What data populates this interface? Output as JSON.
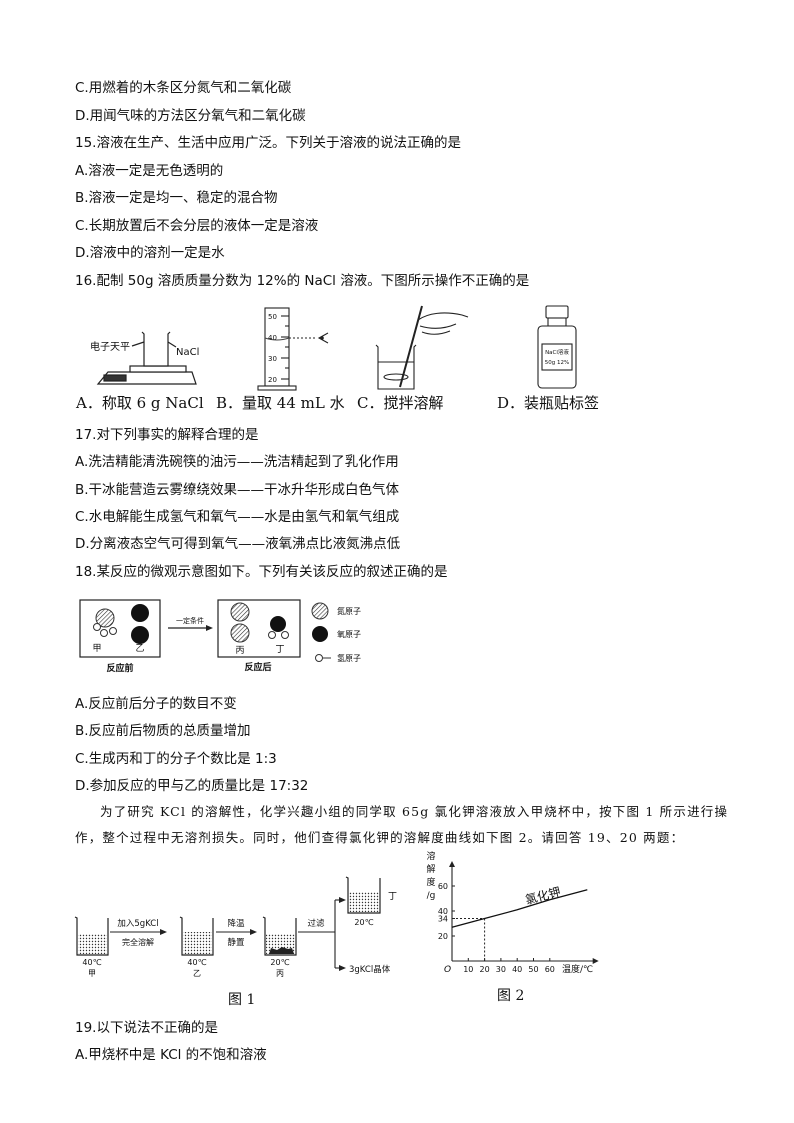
{
  "q14": {
    "option_c": "C.用燃着的木条区分氮气和二氧化碳",
    "option_d": "D.用闻气味的方法区分氧气和二氧化碳"
  },
  "q15": {
    "stem": "15.溶液在生产、生活中应用广泛。下列关于溶液的说法正确的是",
    "option_a": "A.溶液一定是无色透明的",
    "option_b": "B.溶液一定是均一、稳定的混合物",
    "option_c": "C.长期放置后不会分层的液体一定是溶液",
    "option_d": "D.溶液中的溶剂一定是水"
  },
  "q16": {
    "stem": "16.配制 50g 溶质质量分数为 12%的 NaCl 溶液。下图所示操作不正确的是",
    "figure": {
      "balance_label": "电子天平",
      "nacl_label": "NaCl",
      "cylinder_ticks": [
        "50",
        "40",
        "30",
        "20"
      ],
      "bottle_label_line1": "NaCl溶液",
      "bottle_label_line2": "50g 12%",
      "captions": [
        "A．称取 6 g NaCl",
        "B．量取 44 mL 水",
        "C．搅拌溶解",
        "D．装瓶贴标签"
      ]
    }
  },
  "q17": {
    "stem": "17.对下列事实的解释合理的是",
    "option_a": "A.洗洁精能清洗碗筷的油污——洗洁精起到了乳化作用",
    "option_b": "B.干冰能营造云雾缭绕效果——干冰升华形成白色气体",
    "option_c": "C.水电解能生成氢气和氧气——水是由氢气和氧气组成",
    "option_d": "D.分离液态空气可得到氧气——液氧沸点比液氮沸点低"
  },
  "q18": {
    "stem": "18.某反应的微观示意图如下。下列有关该反应的叙述正确的是",
    "figure": {
      "before_labels": [
        "甲",
        "乙"
      ],
      "before_caption": "反应前",
      "condition": "一定条件",
      "after_labels": [
        "丙",
        "丁"
      ],
      "after_caption": "反应后",
      "legend": [
        "氮原子",
        "氧原子",
        "氢原子"
      ]
    },
    "option_a": "A.反应前后分子的数目不变",
    "option_b": "B.反应前后物质的总质量增加",
    "option_c": "C.生成丙和丁的分子个数比是 1:3",
    "option_d": "D.参加反应的甲与乙的质量比是 17:32"
  },
  "intro": {
    "line1": "为了研究 KCl 的溶解性，化学兴趣小组的同学取 65g 氯化钾溶液放入甲烧杯中，按下图 1 所示进行操",
    "line2": "作，整个过程中无溶剂损失。同时，他们查得氯化钾的溶解度曲线如下图 2。请回答 19、20 两题："
  },
  "figure1": {
    "beakers": [
      {
        "temp": "40℃",
        "name": "甲"
      },
      {
        "temp": "40℃",
        "name": "乙"
      },
      {
        "temp": "20℃",
        "name": "丙"
      },
      {
        "temp": "20℃",
        "name": "丁"
      }
    ],
    "step1_top": "加入5gKCl",
    "step1_bottom": "完全溶解",
    "step2_top": "降温",
    "step2_bottom": "静置",
    "step3": "过滤",
    "crystal": "3gKCl晶体",
    "caption": "图 1"
  },
  "figure2": {
    "caption": "图 2"
  },
  "chart_data": {
    "type": "line",
    "xlabel": "温度/℃",
    "ylabel": "溶解度/g",
    "origin_label": "O",
    "xticks": [
      10,
      20,
      30,
      40,
      50,
      60
    ],
    "yticks": [
      20,
      34,
      40,
      60
    ],
    "xlim": [
      0,
      90
    ],
    "ylim": [
      0,
      80
    ],
    "grid": false,
    "series": [
      {
        "name": "氯化钾",
        "x": [
          0,
          20,
          40,
          60,
          83
        ],
        "y": [
          27,
          34,
          41,
          49,
          57
        ]
      }
    ],
    "marker": {
      "x": 20,
      "y": 34
    }
  },
  "q19": {
    "stem": "19.以下说法不正确的是",
    "option_a": "A.甲烧杯中是 KCl 的不饱和溶液"
  }
}
